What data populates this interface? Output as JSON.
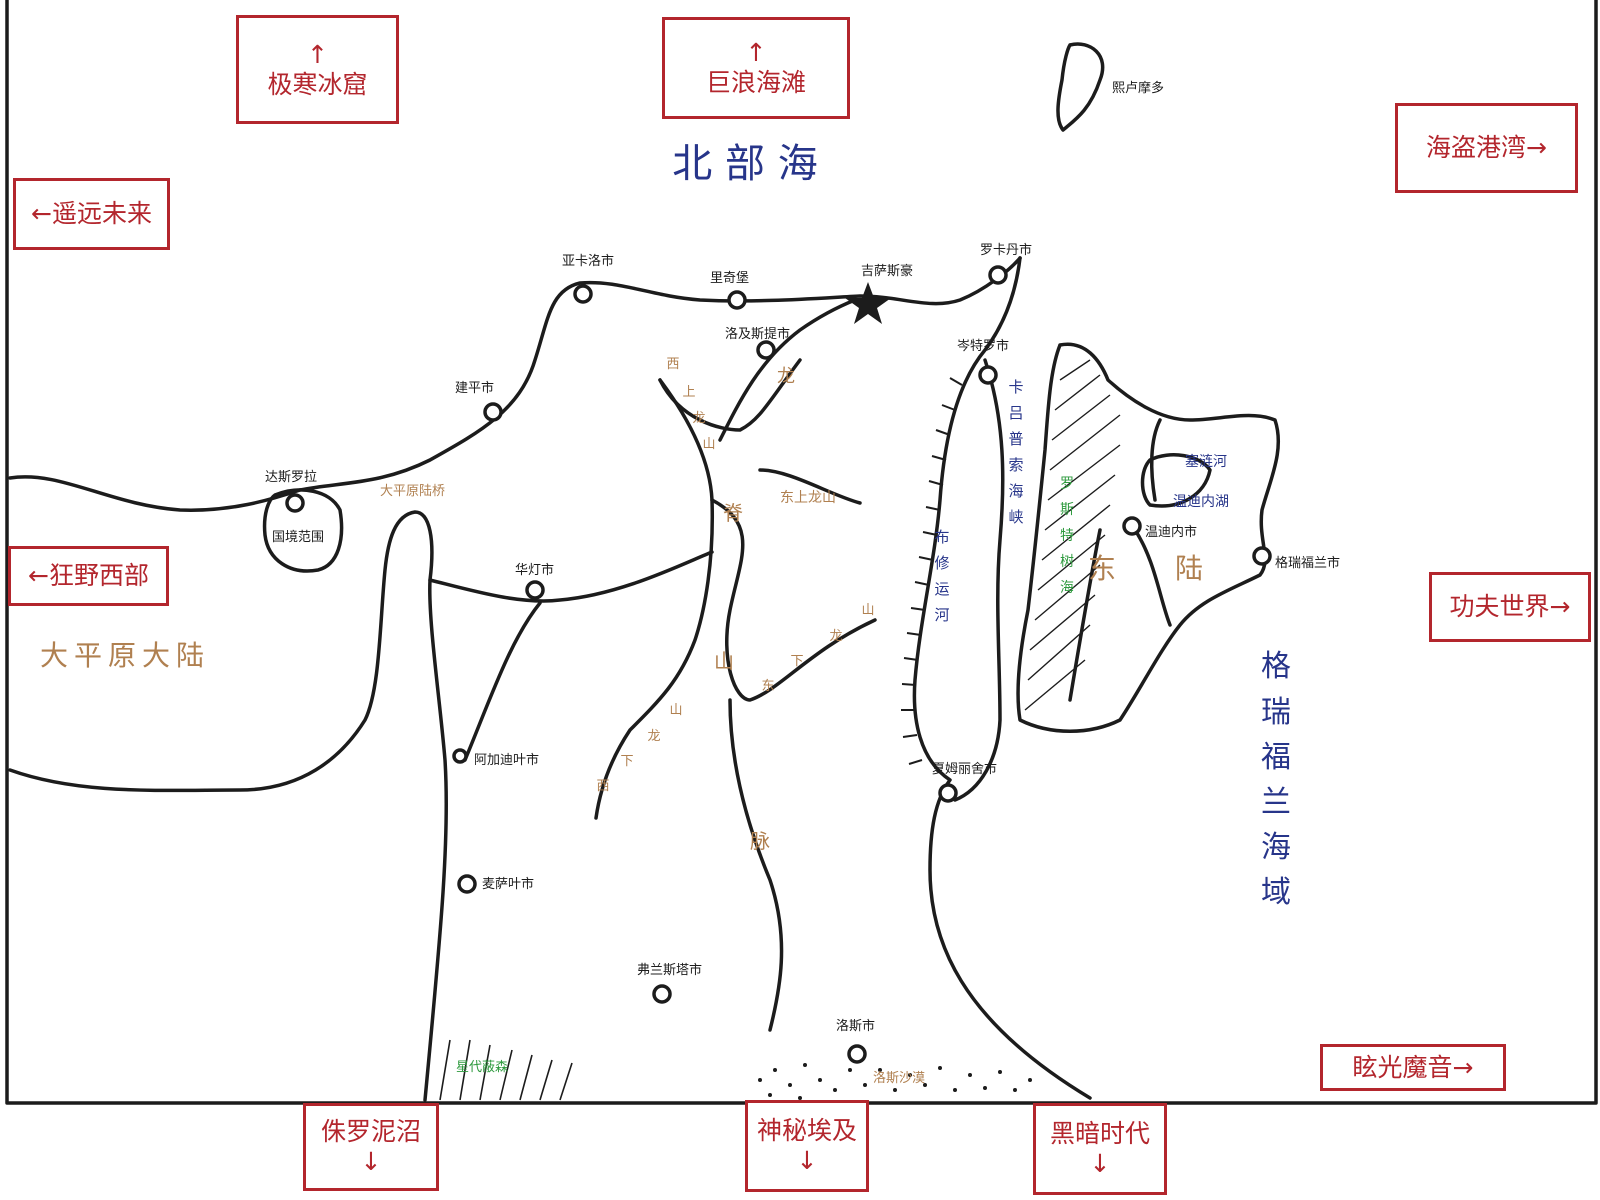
{
  "colors": {
    "ink": "#1c1c1c",
    "portal": "#b3262d",
    "sea": "#27358a",
    "land": "#b08050",
    "forest": "#2e9a3e"
  },
  "seas": {
    "north": "北 部 海",
    "gref": [
      "格",
      "瑞",
      "福",
      "兰",
      "海",
      "域"
    ],
    "strait": [
      "卡",
      "吕",
      "普",
      "索",
      "海",
      "峡"
    ],
    "canal": [
      "布",
      "修",
      "运",
      "河"
    ]
  },
  "continents": {
    "plain": "大平原大陆",
    "east_left": "东",
    "east_right": "陆",
    "spine": [
      "脊",
      "山",
      "脉"
    ],
    "wstop_mountain": [
      "西",
      "上",
      "龙",
      "山"
    ],
    "long": "龙",
    "east_upper_mountain": "东上龙山",
    "east_lower_mountain": [
      "东",
      "下",
      "龙",
      "山"
    ],
    "west_lower_mountain": [
      "西",
      "下",
      "龙",
      "山"
    ],
    "land_bridge": "大平原陆桥",
    "border": "国境范围",
    "rost_forest": [
      "罗",
      "斯",
      "特",
      "树",
      "海"
    ],
    "haunted_forest": "星代蔽森",
    "desert": "洛斯沙漠",
    "sailian_river": "塞涟河",
    "wendi_lake": "温迪内湖",
    "island": "熙卢摩多"
  },
  "cities": {
    "yaka": "亚卡洛市",
    "liqi": "里奇堡",
    "jisa": "吉萨斯豪",
    "luoka": "罗卡丹市",
    "luoji": "洛及斯提市",
    "cente": "岑特罗市",
    "jianping": "建平市",
    "dasiluo": "达斯罗拉",
    "huadeng": "华灯市",
    "ajiadi": "阿加迪叶市",
    "maisa": "麦萨叶市",
    "fulan": "弗兰斯塔市",
    "luosi": "洛斯市",
    "xiamu": "夏姆丽舍市",
    "wendi": "温迪内市",
    "geruifu": "格瑞福兰市"
  },
  "portals": {
    "ice": {
      "arrow": "↑",
      "label": "极寒冰窟"
    },
    "wave": {
      "arrow": "↑",
      "label": "巨浪海滩"
    },
    "pirate": {
      "label": "海盗港湾→"
    },
    "future": {
      "label": "←遥远未来"
    },
    "west": {
      "label": "←狂野西部"
    },
    "kungfu": {
      "label": "功夫世界→"
    },
    "magic": {
      "label": "眩光魔音→"
    },
    "swamp": {
      "label": "侏罗泥沼",
      "arrow": "↓"
    },
    "egypt": {
      "label": "神秘埃及",
      "arrow": "↓"
    },
    "dark": {
      "label": "黑暗时代",
      "arrow": "↓"
    }
  }
}
